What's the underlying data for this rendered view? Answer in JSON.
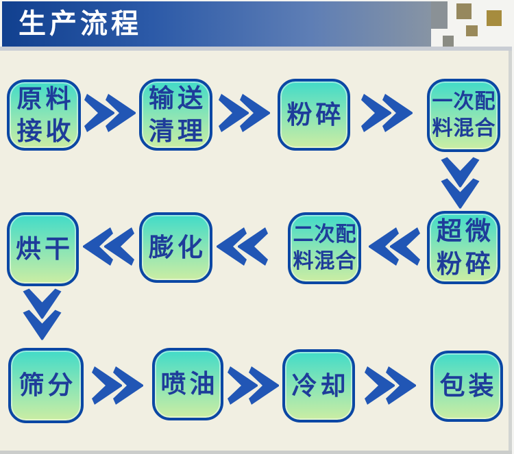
{
  "header": {
    "title": "生产流程"
  },
  "diagram": {
    "boxes": [
      {
        "name": "raw-material-receiving",
        "text": "原料\n接收"
      },
      {
        "name": "conveying-cleaning",
        "text": "输送\n清理"
      },
      {
        "name": "crushing",
        "text": "粉碎"
      },
      {
        "name": "first-batching-mixing",
        "text": "一次配\n料混合"
      },
      {
        "name": "ultrafine-crushing",
        "text": "超微\n粉碎"
      },
      {
        "name": "second-batching-mixing",
        "text": "二次配\n料混合"
      },
      {
        "name": "extrusion",
        "text": "膨化"
      },
      {
        "name": "drying",
        "text": "烘干"
      },
      {
        "name": "sieving",
        "text": "筛分"
      },
      {
        "name": "oil-spraying",
        "text": "喷油"
      },
      {
        "name": "cooling",
        "text": "冷却"
      },
      {
        "name": "packaging",
        "text": "包装"
      }
    ],
    "flow_order": [
      "原料接收",
      "输送清理",
      "粉碎",
      "一次配料混合",
      "超微粉碎",
      "二次配料混合",
      "膨化",
      "烘干",
      "筛分",
      "喷油",
      "冷却",
      "包装"
    ]
  },
  "colors": {
    "header_gradient_left": "#11408f",
    "header_gradient_right": "#8794a4",
    "decor_square_blue": "#8a9196",
    "decor_square_olive": "#96885e",
    "decor_square_gold": "#a68c3e",
    "panel_background": "#f1efe2",
    "frame_border": "#c9cdd4",
    "box_border": "#0b47a4",
    "box_fill_top": "#41dbc8",
    "box_fill_bottom": "#cbeda3",
    "box_text": "#1e3c9a",
    "arrow": "#2156b5"
  }
}
